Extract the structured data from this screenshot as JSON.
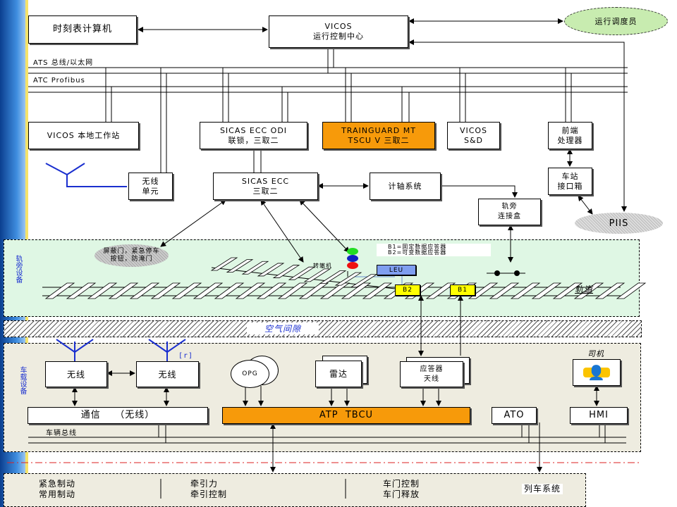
{
  "top": {
    "timetable_computer": "时刻表计算机",
    "vicos_occ": [
      "VICOS",
      "运行控制中心"
    ],
    "dispatcher": "运行调度员",
    "ats_bus": "ATS 总线/以太网",
    "atc_bus": "ATC Profibus"
  },
  "station": {
    "vicos_local": "VICOS 本地工作站",
    "sicas_odi": [
      "SICAS ECC ODI",
      "联锁，三取二"
    ],
    "trainguard": [
      "TRAINGUARD MT",
      "TSCU V 三取二"
    ],
    "vicos_sd": [
      "VICOS",
      "S&D"
    ],
    "frontend": [
      "前端",
      "处理器"
    ],
    "radio_unit": [
      "无线",
      "单元"
    ],
    "sicas_ecc": [
      "SICAS ECC",
      "三取二"
    ],
    "axle_counter": "计轴系统",
    "station_interface": [
      "车站",
      "接口箱"
    ],
    "trackside_box": [
      "轨旁",
      "连接盒"
    ],
    "piis": "PIIS"
  },
  "trackside": {
    "region_label": "轨旁设备",
    "psd": [
      "屏蔽门，紧急停车",
      "按钮，防淹门"
    ],
    "point_machine": "转辙机",
    "legend": [
      "B1=固定数据应答器",
      "B2=可变数据应答器"
    ],
    "leu": "LEU",
    "b2": "B2",
    "b1": "B1",
    "track": "轨道"
  },
  "air_gap": "空气间隙",
  "vehicle": {
    "region_label": "车载设备",
    "radio1": "无线",
    "radio2": "无线",
    "r_tag": "[r]",
    "opg": "OPG",
    "radar": "雷达",
    "antenna": [
      "应答器",
      "天线"
    ],
    "driver": "司机",
    "comm": "通信    （无线）",
    "atp": "ATP  TBCU",
    "ato": "ATO",
    "hmi": "HMI",
    "bus": "车辆总线"
  },
  "train_systems": {
    "col1": [
      "紧急制动",
      "常用制动"
    ],
    "col2": [
      "牵引力",
      "牵引控制"
    ],
    "col3": [
      "车门控制",
      "车门释放"
    ],
    "label": "列车系统"
  },
  "colors": {
    "orange": "#f79a0a",
    "trackside_bg": "#dff7e4",
    "vehicle_bg": "#eeece0",
    "dispatcher_bg": "#c8ecb0",
    "antenna": "#1a2fcf"
  }
}
